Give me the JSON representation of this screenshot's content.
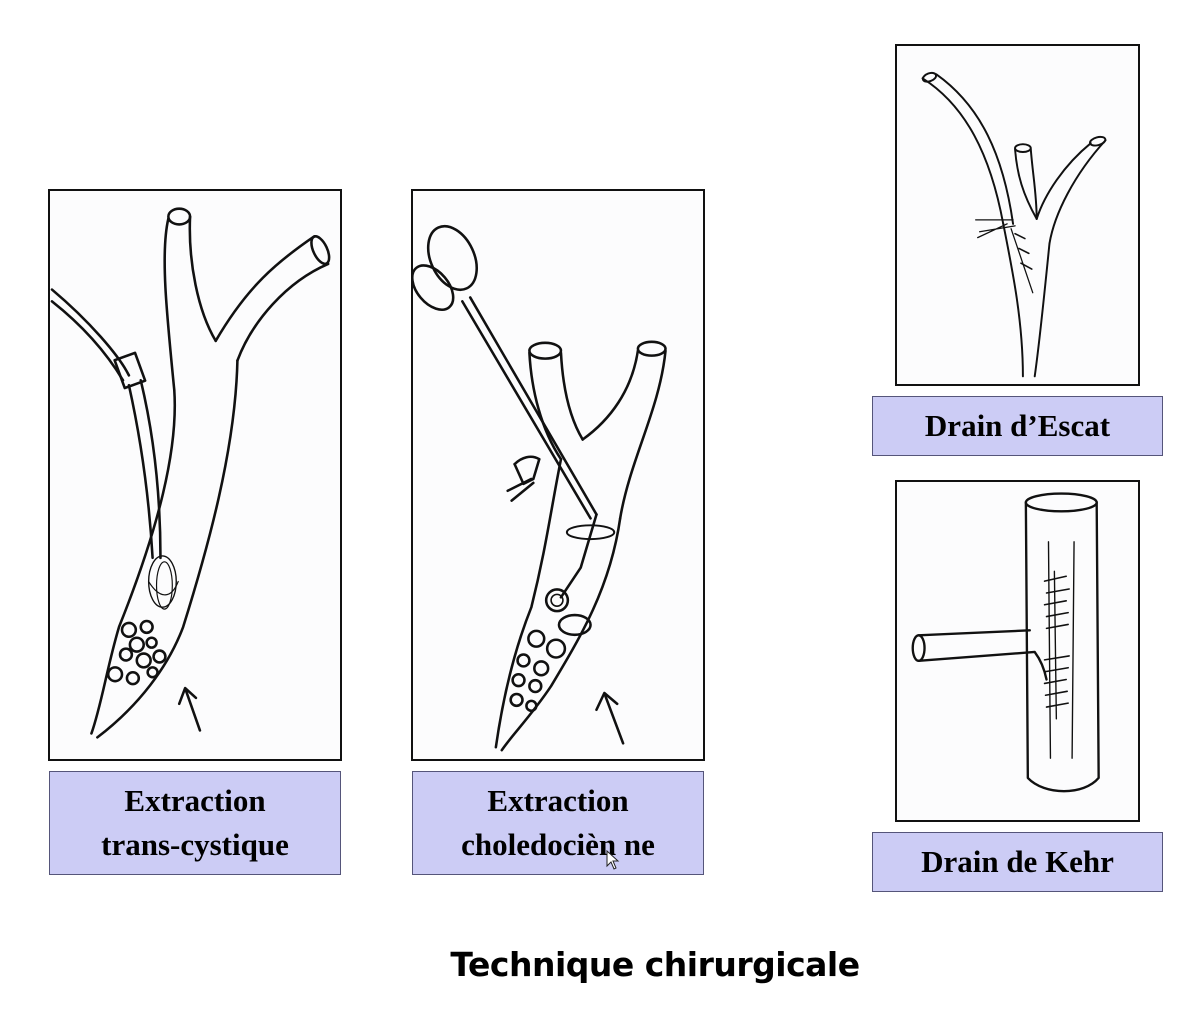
{
  "slide": {
    "title": "Technique chirurgicale"
  },
  "panels": [
    {
      "id": "trans-cystique",
      "label_line1": "Extraction",
      "label_line2": "trans-cystique"
    },
    {
      "id": "choledocienne",
      "label_line1": "Extraction",
      "label_line2": "choledocièn ne"
    },
    {
      "id": "escat",
      "label": "Drain d’Escat"
    },
    {
      "id": "kehr",
      "label": "Drain de Kehr"
    }
  ],
  "colors": {
    "label_background": "#ccccf5",
    "label_border": "#55557a",
    "ink": "#111111"
  }
}
